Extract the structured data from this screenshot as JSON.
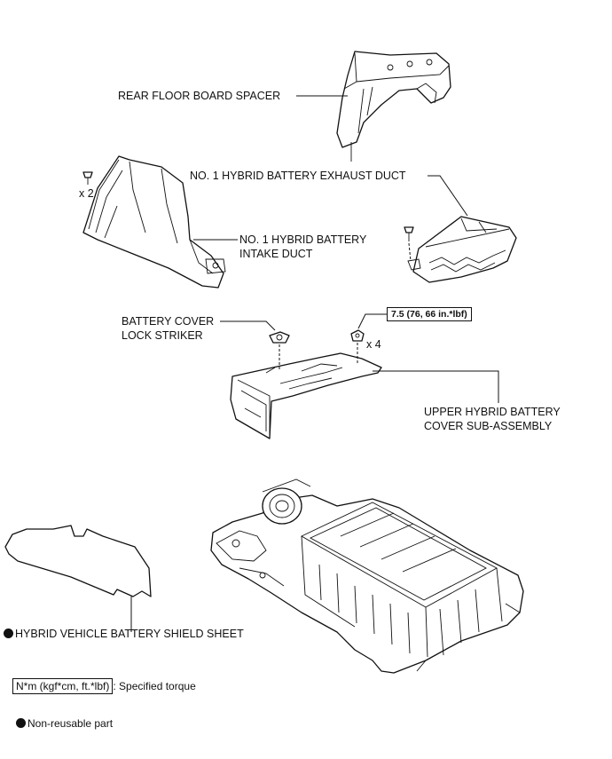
{
  "labels": {
    "rear_floor_board_spacer": "REAR FLOOR BOARD SPACER",
    "exhaust_duct": "NO. 1 HYBRID BATTERY EXHAUST DUCT",
    "intake_duct_line1": "NO. 1 HYBRID BATTERY",
    "intake_duct_line2": "INTAKE DUCT",
    "lock_striker_line1": "BATTERY COVER",
    "lock_striker_line2": "LOCK STRIKER",
    "upper_cover_line1": "UPPER HYBRID BATTERY",
    "upper_cover_line2": "COVER SUB-ASSEMBLY",
    "shield_sheet": "HYBRID VEHICLE BATTERY SHIELD SHEET",
    "qty_x2": "x 2",
    "qty_x4": "x 4"
  },
  "torque_spec": "7.5 (76, 66 in.*lbf)",
  "legend": {
    "torque_unit": "N*m (kgf*cm, ft.*lbf)",
    "torque_text": ": Specified torque",
    "non_reusable": "Non-reusable part"
  }
}
